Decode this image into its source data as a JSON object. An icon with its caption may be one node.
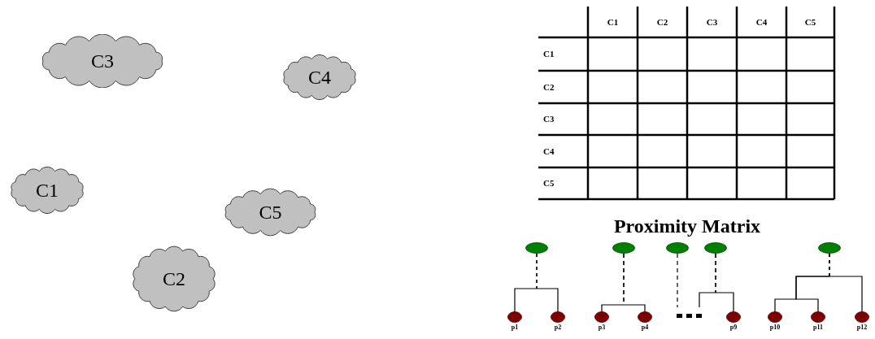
{
  "diagram": {
    "nodes": [
      {
        "text": [
          "C3"
        ]
      },
      {
        "text": [
          "C4"
        ]
      },
      {
        "text": [
          "C1"
        ]
      },
      {
        "text": [
          "C5"
        ]
      },
      {
        "text": [
          "C2"
        ]
      },
      {
        "text": [],
        "shape": "ellipse"
      },
      {
        "text": [],
        "shape": "ellipse"
      },
      {
        "text": [],
        "shape": "ellipse"
      },
      {
        "text": [],
        "shape": "ellipse"
      },
      {
        "text": [],
        "shape": "ellipse"
      },
      {
        "text": [
          "p1"
        ]
      },
      {
        "text": [
          "p2"
        ]
      },
      {
        "text": [
          "p3"
        ]
      },
      {
        "text": [
          "p4"
        ]
      },
      {
        "text": [
          "p9"
        ]
      },
      {
        "text": [
          "p10"
        ]
      },
      {
        "text": [
          "p11"
        ]
      },
      {
        "text": [
          "p12"
        ]
      }
    ],
    "edges": [
      {
        "from": 5,
        "to": 10,
        "arrow": "none"
      },
      {
        "from": 5,
        "to": 11,
        "arrow": "none"
      },
      {
        "from": 6,
        "to": 12,
        "arrow": "none",
        "style": "dashed"
      },
      {
        "from": 6,
        "to": 13,
        "arrow": "none",
        "style": "dashed"
      },
      {
        "from": 7,
        "to": null,
        "arrow": "none",
        "style": "dashed"
      },
      {
        "from": 8,
        "to": null,
        "arrow": "none",
        "style": "dashed"
      },
      {
        "from": 8,
        "to": 14,
        "arrow": "none",
        "style": "dashed"
      },
      {
        "from": 9,
        "to": 15,
        "arrow": "none"
      },
      {
        "from": 9,
        "to": 16,
        "arrow": "none"
      },
      {
        "from": 9,
        "to": 17,
        "arrow": "none"
      }
    ],
    "labels": [
      "C1",
      "C2",
      "C3",
      "C4",
      "C5",
      "C1",
      "C2",
      "C3",
      "C4",
      "C5",
      "Proximity Matrix"
    ]
  }
}
